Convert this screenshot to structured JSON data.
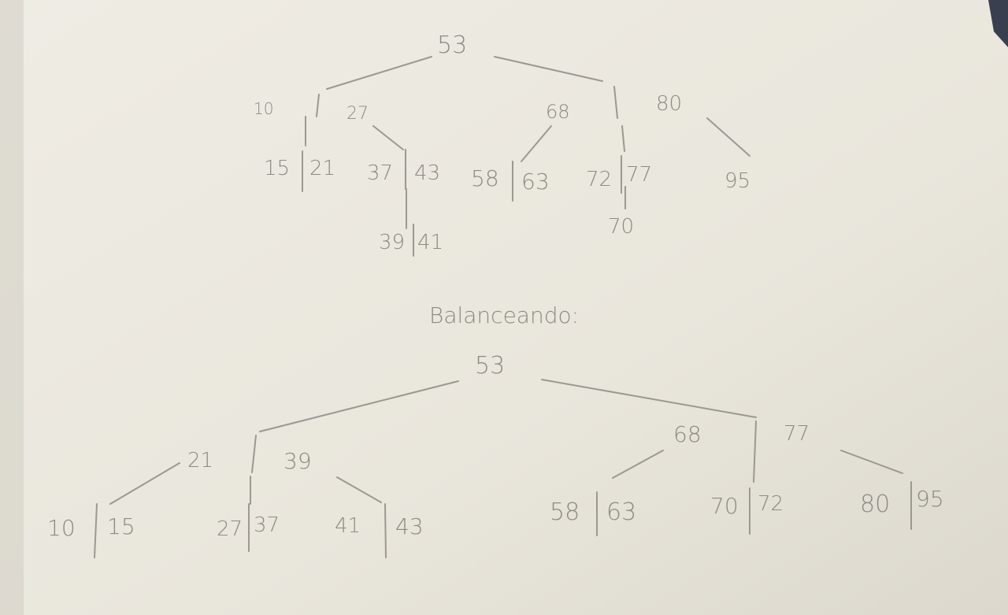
{
  "colors": {
    "paper": "#eae7de",
    "paper_shadow": "#d7d3c9",
    "pencil": "#8d8a84",
    "background": "#3a3f4f"
  },
  "top_tree": {
    "root": "53",
    "level1": [
      "10",
      "27",
      "68",
      "80"
    ],
    "leaves": [
      "15",
      "21",
      "37",
      "43",
      "58",
      "63",
      "72",
      "77",
      "95"
    ],
    "level3": [
      "39",
      "41",
      "70"
    ]
  },
  "caption": "Balanceando:",
  "bottom_tree": {
    "root": "53",
    "level1": [
      "21",
      "39",
      "68",
      "77"
    ],
    "leaves": [
      "10",
      "15",
      "27",
      "37",
      "41",
      "43",
      "58",
      "63",
      "70",
      "72",
      "80",
      "95"
    ]
  }
}
